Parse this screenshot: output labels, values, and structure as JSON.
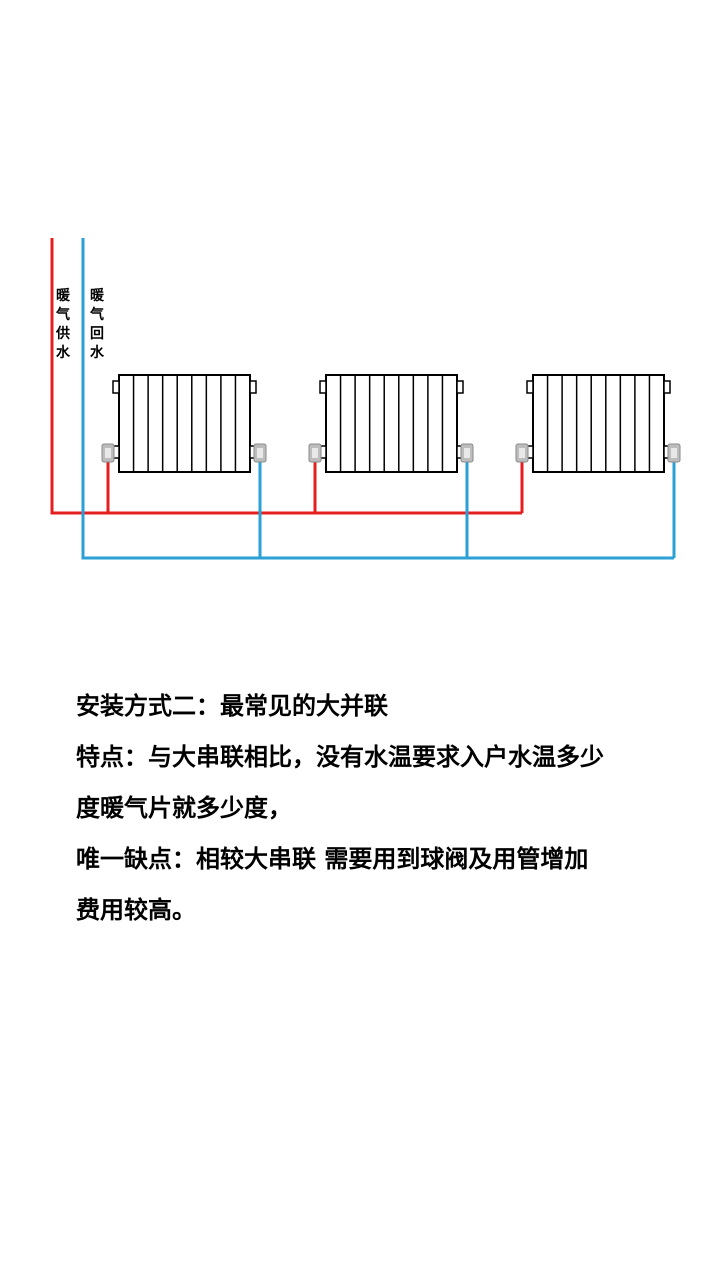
{
  "diagram": {
    "supply_pipe_label": "暖气供水",
    "return_pipe_label": "暖气回水",
    "radiator_count": 3,
    "fins_per_radiator": 9,
    "colors": {
      "supply_pipe": "#e41f1f",
      "return_pipe": "#2aa0d6",
      "radiator_stroke": "#000000",
      "radiator_fill": "#ffffff",
      "valve": "#bdbdbd"
    }
  },
  "description": {
    "line1": "安装方式二：最常见的大并联",
    "line2": "特点：与大串联相比，没有水温要求入户水温多少",
    "line3": "度暖气片就多少度，",
    "line4": "唯一缺点：相较大串联 需要用到球阀及用管增加",
    "line5": "费用较高。"
  }
}
